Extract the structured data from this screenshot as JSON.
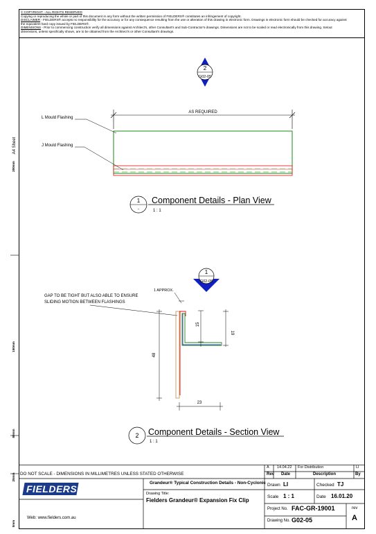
{
  "copyright": {
    "title": "© COPYRIGHT - ALL RIGHTS RESERVED",
    "line1": "Copying or reproducing the whole or part of this document in any form without the written permission of FIELDERS® constitutes an infringement of copyright.",
    "disclaimer_label": "DISCLAIMER",
    "disclaimer": " - FIELDERS® accepts no responsibility for the accuracy or for any consequence resulting from the use or alteration of this drawing in electronic form.  Drawings in electronic form should be checked for accuracy against",
    "disclaimer2": "the equivalent hard copy issued by FIELDERS®.",
    "dimensions_label": "DIMENSIONS",
    "dimensions": " - Prior to commencing construction verify all dimensions against Architect's, other Consultant's and Sub-Contractor's drawings. Dimensions are not to be scaled or read electronically from this drawing. Setout",
    "dimensions2": "dimensions, unless specifically shown, are to be obtained from the Architect's or other Consultant's drawings."
  },
  "ruler": {
    "sheet_label": "A4 Sheet",
    "marks": [
      "200mm",
      "150mm",
      "80mm",
      "25mm",
      "0mm"
    ]
  },
  "plan_view": {
    "section_marker": {
      "number": "2",
      "ref": "G02-05"
    },
    "dimension": "AS REQUIRED",
    "labels": {
      "l_mould": "L Mould Flashing",
      "j_mould": "J Mould Flashing"
    },
    "title_number": "1",
    "title_sub": "-",
    "title": "Component Details - Plan View",
    "scale": "1 : 1"
  },
  "section_view": {
    "section_marker": {
      "number": "1",
      "ref": "G02-05"
    },
    "note": [
      "GAP TO BE TIGHT BUT ALSO ABLE TO ENSURE",
      "SLIDING MOTION BETWEEN FLASHINGS"
    ],
    "approx": "1 APPROX.",
    "dims": {
      "d15": "15",
      "d19": "19",
      "d48": "48",
      "d23": "23"
    },
    "title_number": "2",
    "title": "Component Details - Section View",
    "scale": "1 : 1"
  },
  "title_block": {
    "note": "DO NOT SCALE - DIMENSIONS IN MILLIMETRES UNLESS STATED OTHERWISE",
    "logo": "FIELDERS",
    "website": "Web: www.fielders.com.au",
    "project": "Grandeur® Typical Construction Details - Non-Cyclonic",
    "drawing_title_label": "Drawing Title:",
    "drawing_title": "Fielders Grandeur® Expansion Fix Clip",
    "revision_row": {
      "rev": "A",
      "date": "14.04.22",
      "description": "For Distribution",
      "by": "LI"
    },
    "headers": {
      "rev": "Rev",
      "date": "Date",
      "description": "Description",
      "by": "By"
    },
    "drawn_label": "Drawn",
    "drawn": "LI",
    "checked_label": "Checked",
    "checked": "TJ",
    "scale_label": "Scale",
    "scale": "1 : 1",
    "date_label": "Date",
    "date": "16.01.20",
    "project_no_label": "Project No.",
    "project_no": "FAC-GR-19001",
    "rev_label": "rev",
    "rev": "A",
    "drawing_no_label": "Drawing No.",
    "drawing_no": "G02-05"
  },
  "colors": {
    "l_mould": "#1a8a1a",
    "j_mould": "#e01010",
    "marker": "#1020c0",
    "insulation": "#6fcf6f",
    "tan": "#c79a5a"
  }
}
